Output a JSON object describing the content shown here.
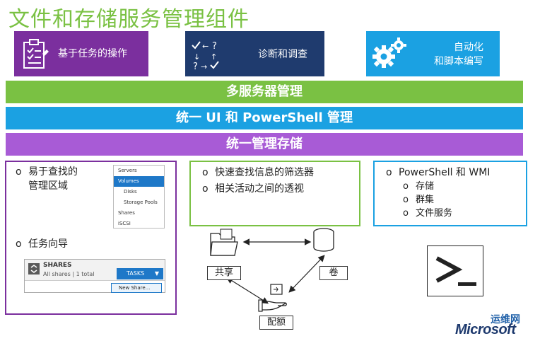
{
  "title": "文件和存储服务管理组件",
  "tiles": {
    "task_ops": "基于任务的操作",
    "diagnostics": "诊断和调查",
    "automation_line1": "自动化",
    "automation_line2": "和脚本编写"
  },
  "bands": {
    "multi_server": "多服务器管理",
    "unified_ui": "统一 UI 和 PowerShell 管理",
    "unified_storage": "统一管理存储"
  },
  "left_panel": {
    "bullet1_line1": "易于查找的",
    "bullet1_line2": "管理区域",
    "bullet2": "任务向导",
    "nav_items": [
      "Servers",
      "Volumes",
      "Disks",
      "Storage Pools",
      "Shares",
      "iSCSI"
    ],
    "shares_title": "SHARES",
    "shares_sub": "All shares | 1 total",
    "tasks_label": "TASKS",
    "new_share_label": "New Share..."
  },
  "mid_panel": {
    "bullet1": "快速查找信息的筛选器",
    "bullet2": "相关活动之间的透视"
  },
  "right_panel": {
    "bullet1": "PowerShell 和 WMI",
    "sub1": "存储",
    "sub2": "群集",
    "sub3": "文件服务"
  },
  "diagram": {
    "share_label": "共享",
    "volume_label": "卷",
    "quota_label": "配额"
  },
  "watermark": {
    "cn": "运维网",
    "brand": "Microsoft"
  },
  "colors": {
    "green": "#7ac143",
    "purple": "#7b2f9e",
    "navy": "#1f3b6e",
    "cyan": "#1ba1e2",
    "light_purple": "#a85bd6"
  }
}
